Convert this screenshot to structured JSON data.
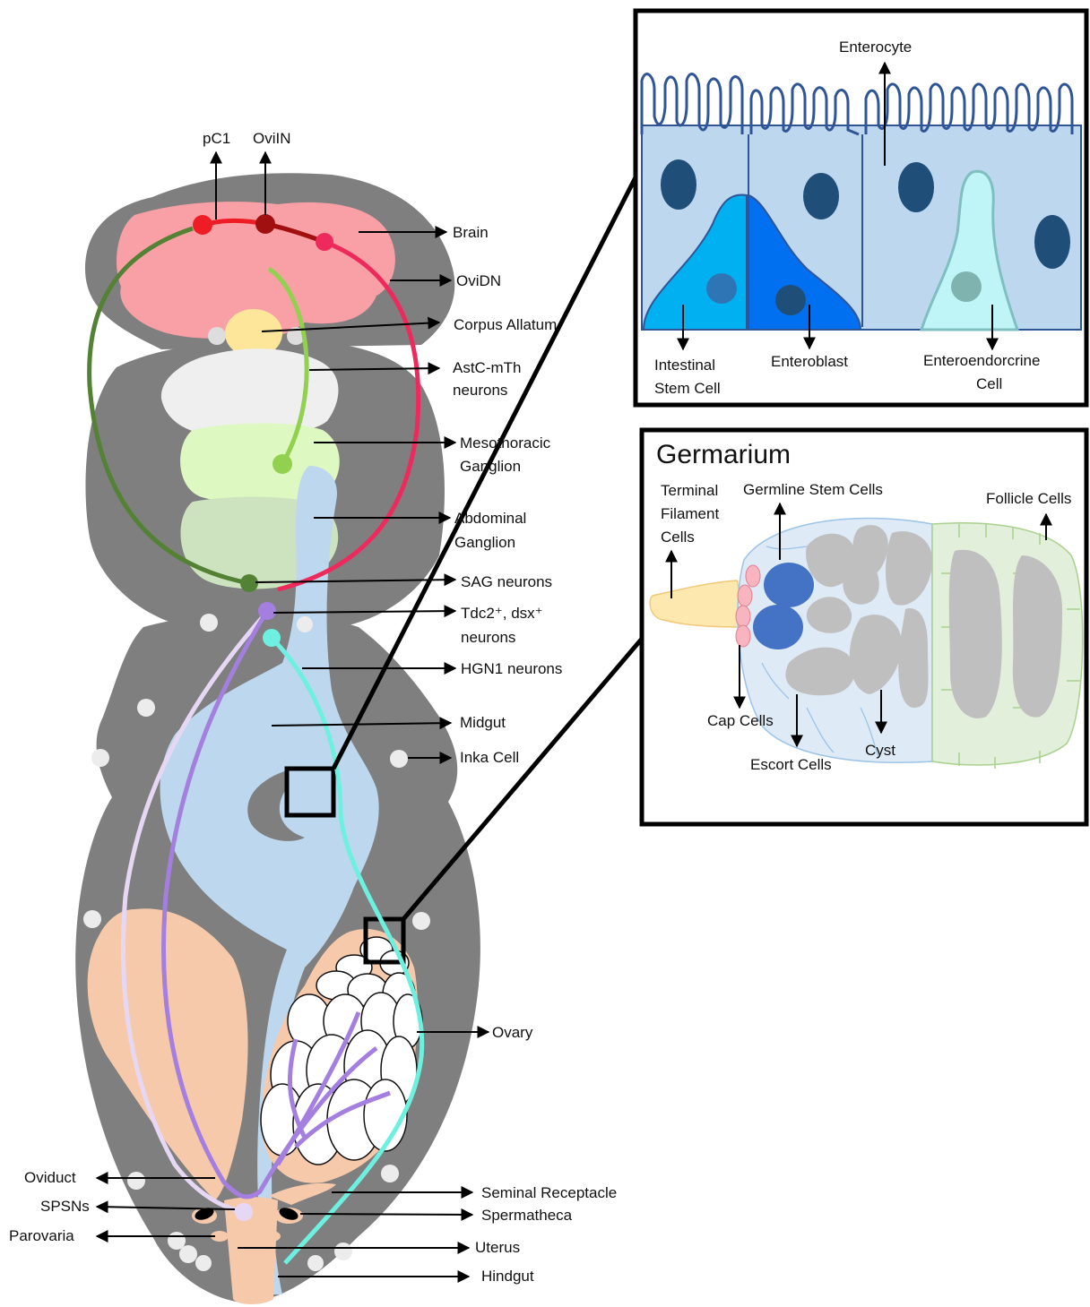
{
  "fly": {
    "top_labels": {
      "pc1": "pC1",
      "oviin": "OviIN"
    },
    "right_labels": {
      "brain": "Brain",
      "ovidn": "OviDN",
      "corpus_allatum": "Corpus Allatum",
      "astc_line1": "AstC-mTh",
      "astc_line2": "neurons",
      "meso_line1": "Mesothoracic",
      "meso_line2": "Ganglion",
      "abd_line1": "Abdominal",
      "abd_line2": "Ganglion",
      "sag": "SAG neurons",
      "tdc_line1": "Tdc2⁺, dsx⁺",
      "tdc_line2": "neurons",
      "hgn1": "HGN1 neurons",
      "midgut": "Midgut",
      "inka": "Inka Cell",
      "ovary": "Ovary",
      "seminal": "Seminal Receptacle",
      "spermatheca": "Spermatheca",
      "uterus": "Uterus",
      "hindgut": "Hindgut"
    },
    "left_labels": {
      "oviduct": "Oviduct",
      "spsns": "SPSNs",
      "parovaria": "Parovaria"
    }
  },
  "midgut_inset": {
    "enterocyte": "Enterocyte",
    "isc_line1": "Intestinal",
    "isc_line2": "Stem Cell",
    "enteroblast": "Enteroblast",
    "ee_line1": "Enteroendorcrine",
    "ee_line2": "Cell"
  },
  "germarium_inset": {
    "title": "Germarium",
    "tf_line1": "Terminal",
    "tf_line2": "Filament",
    "tf_line3": "Cells",
    "gsc": "Germline Stem Cells",
    "follicle": "Follicle Cells",
    "cap": "Cap Cells",
    "escort": "Escort Cells",
    "cyst": "Cyst"
  },
  "colors": {
    "body": "#7f7f7f",
    "brain": "#f9a0a6",
    "corpus_allatum": "#fde59a",
    "thoracic": "#efefef",
    "mesothoracic": "#ddf8c0",
    "abdominal": "#cde3bf",
    "gut": "#bdd7ee",
    "reproductive": "#f7c9ab",
    "pc1": "#ee1c24",
    "oviin": "#a01010",
    "ovidn": "#ee2a5c",
    "astc": "#92d050",
    "sag": "#548235",
    "tdc2": "#a47fe0",
    "spsn": "#e6d8f4",
    "hgn1": "#6ef0e0"
  }
}
